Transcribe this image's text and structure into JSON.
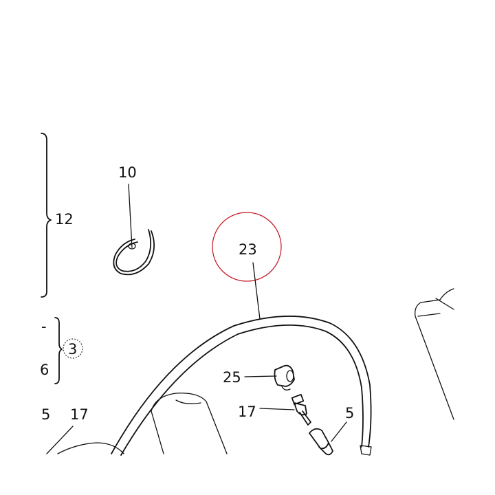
{
  "callouts": {
    "part_12": "12",
    "part_10": "10",
    "part_23": "23",
    "part_3": "3",
    "part_6": "6",
    "part_5_left": "5",
    "part_17_left": "17",
    "part_25": "25",
    "part_17_right": "17",
    "part_5_right": "5",
    "dash_mark": "-"
  },
  "highlight_color": "#c8202a"
}
